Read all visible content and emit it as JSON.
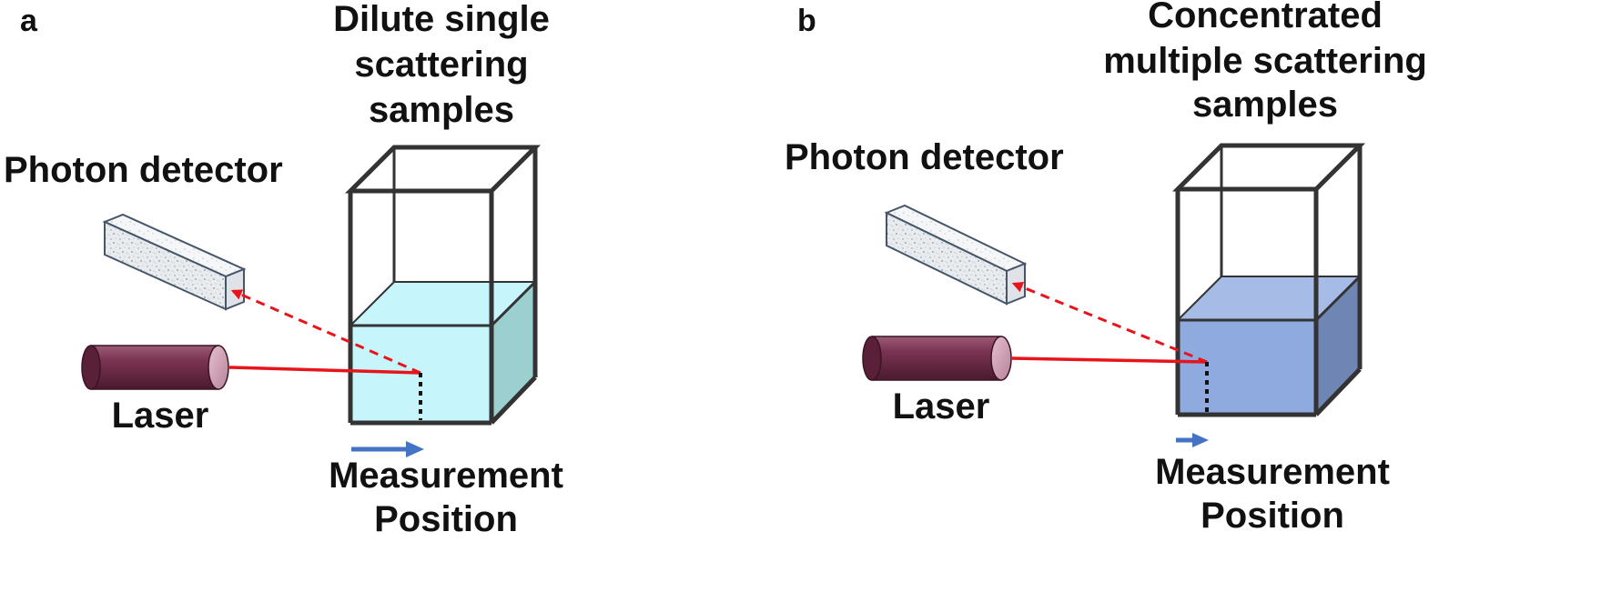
{
  "panels": [
    {
      "letter": "a",
      "title_lines": [
        "Dilute single",
        "scattering",
        "samples"
      ],
      "detector_label": "Photon detector",
      "laser_label": "Laser",
      "measurement_lines": [
        "Measurement",
        "Position"
      ],
      "sample_color": "#c6f5fb",
      "sample_side_color": "#9ccfcf"
    },
    {
      "letter": "b",
      "title_lines": [
        "Concentrated",
        "multiple scattering",
        "samples"
      ],
      "detector_label": "Photon detector",
      "laser_label": "Laser",
      "measurement_lines": [
        "Measurement",
        "Position"
      ],
      "sample_color": "#8eaadf",
      "sample_side_color": "#6f86b5"
    }
  ],
  "colors": {
    "beam": "#e8141b",
    "position_arrow": "#4472c4",
    "laser_body": "#6e2a45",
    "outline": "#333333"
  }
}
